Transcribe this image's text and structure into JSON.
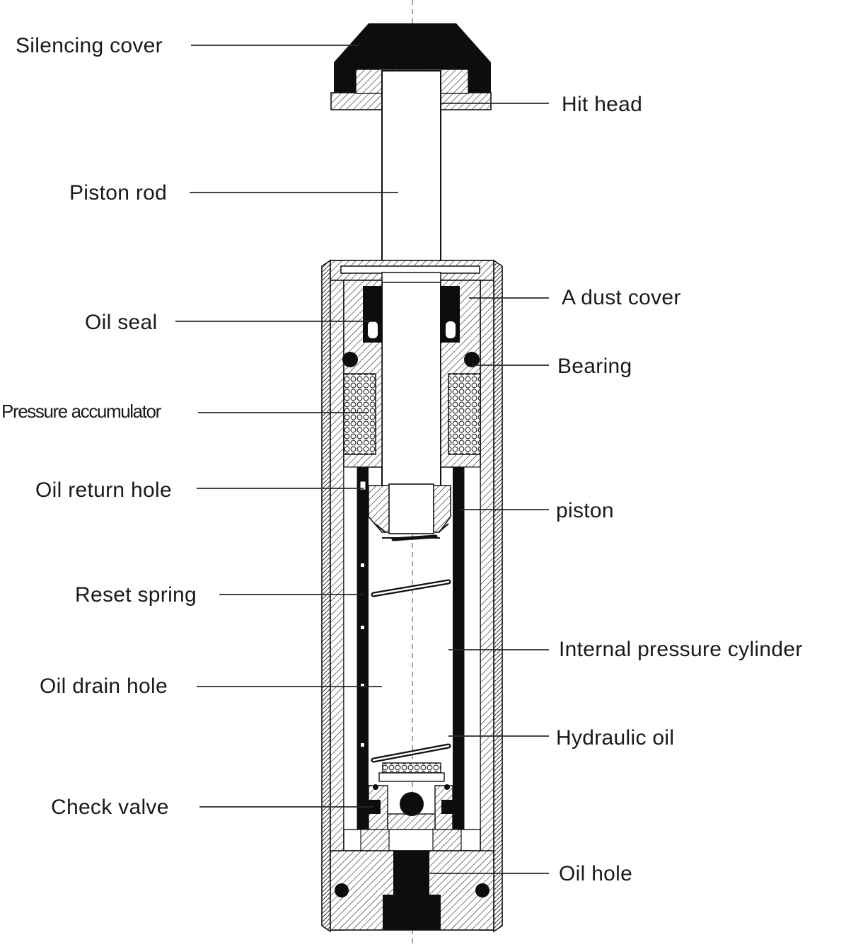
{
  "diagram": {
    "labels": {
      "silencing_cover": "Silencing cover",
      "hit_head": "Hit head",
      "piston_rod": "Piston rod",
      "dust_cover": "A dust cover",
      "oil_seal": "Oil seal",
      "bearing": "Bearing",
      "pressure_accumulator": "Pressure accumulator",
      "oil_return_hole": "Oil return hole",
      "piston": "piston",
      "reset_spring": "Reset spring",
      "internal_pressure_cylinder": "Internal pressure cylinder",
      "oil_drain_hole": "Oil drain hole",
      "hydraulic_oil": "Hydraulic oil",
      "check_valve": "Check valve",
      "oil_hole": "Oil hole"
    },
    "colors": {
      "ink": "#111111",
      "background": "#ffffff"
    }
  }
}
